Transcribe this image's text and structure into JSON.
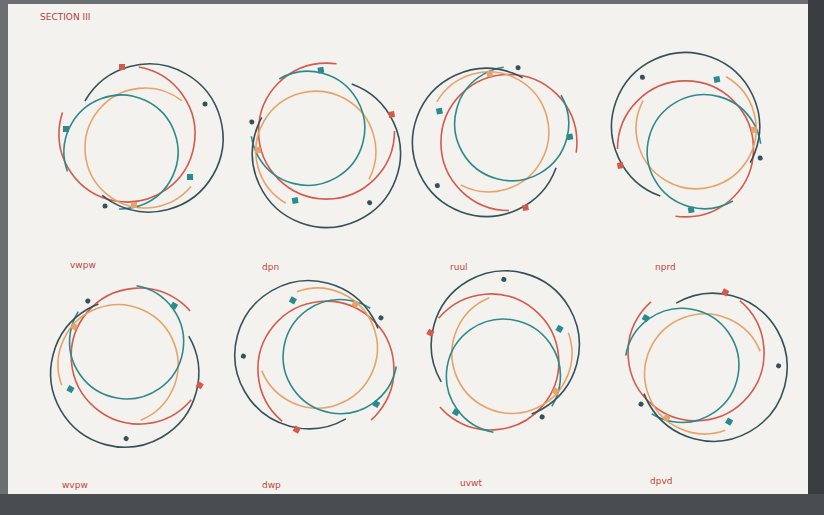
{
  "diagram": {
    "title": "SECTION III",
    "labels": [
      "vwpw",
      "dpn",
      "ruul",
      "nprd",
      "wvpw",
      "dwp",
      "uvwt",
      "dpvd"
    ]
  }
}
